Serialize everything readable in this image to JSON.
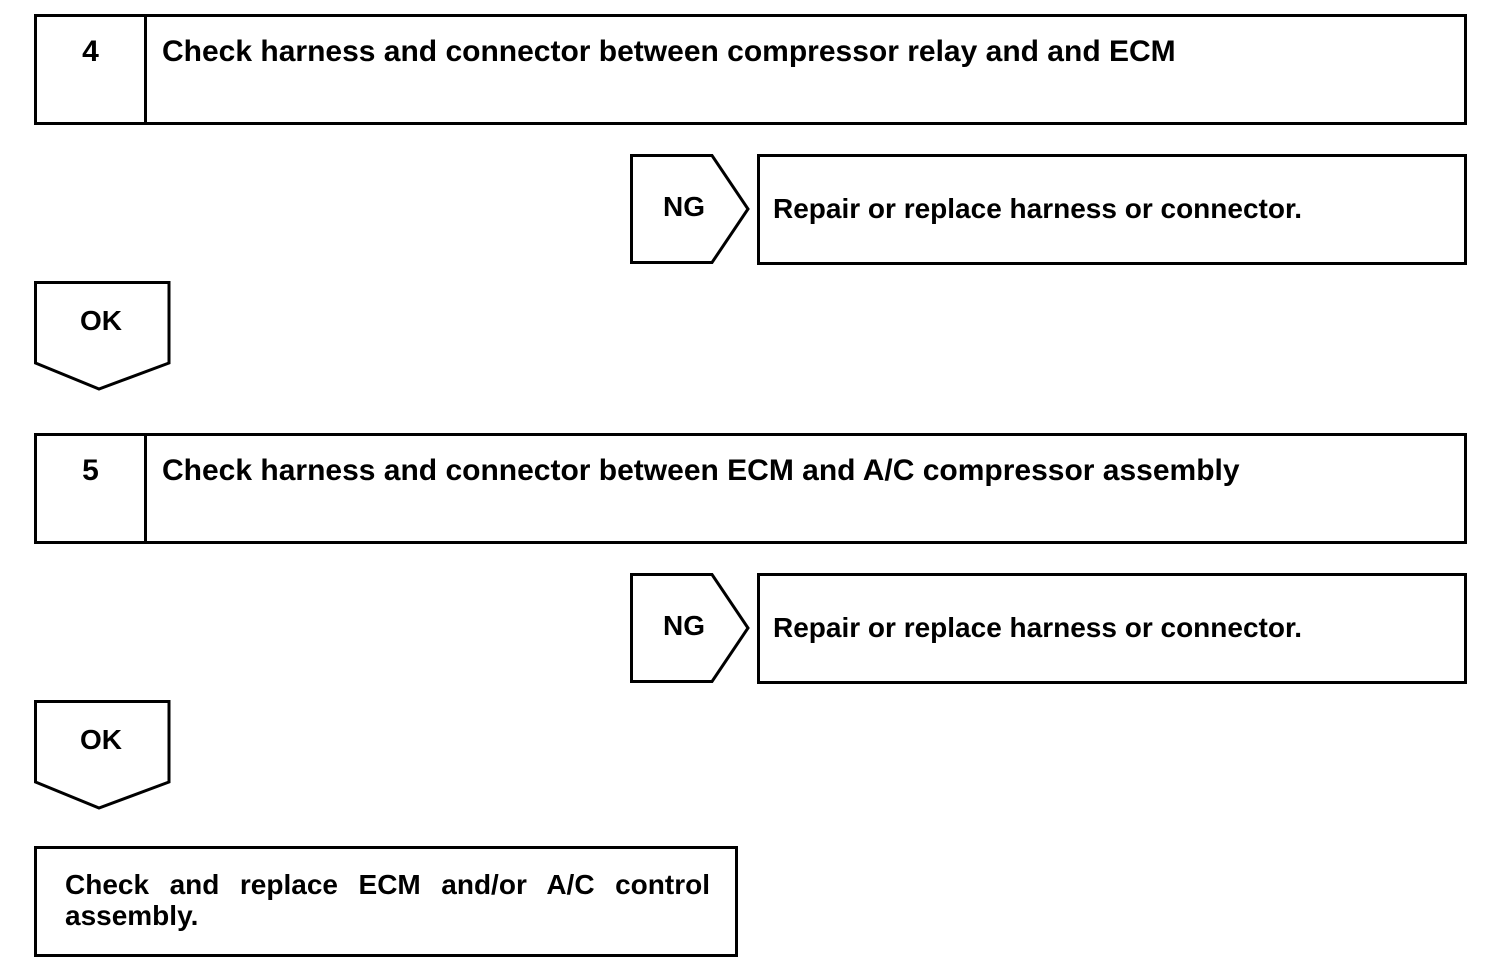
{
  "steps": [
    {
      "number": "4",
      "title": "Check harness and connector between compressor relay and and ECM",
      "ng_label": "NG",
      "ng_action": "Repair or replace harness or connector.",
      "ok_label": "OK"
    },
    {
      "number": "5",
      "title": "Check harness and connector between ECM and A/C compressor assembly",
      "ng_label": "NG",
      "ng_action": "Repair or replace harness or connector.",
      "ok_label": "OK"
    }
  ],
  "final_action": "Check and replace ECM and/or A/C control assembly."
}
